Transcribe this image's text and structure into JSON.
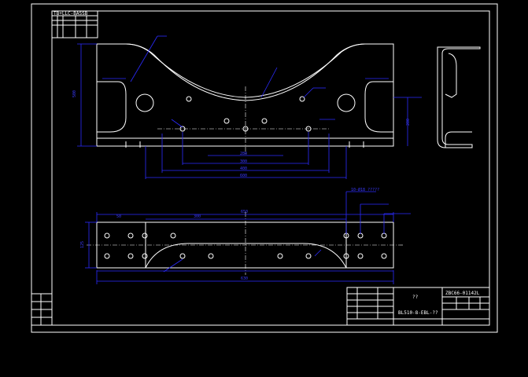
{
  "title_block": {
    "drawing_number": "ZBC66-01142L",
    "name": "??",
    "part_code": "BL510-8-EBL-??"
  },
  "revision_table_header": "TB+LLC-BASSB",
  "dims_top": [
    "500",
    "300",
    "280",
    "200",
    "400",
    "600"
  ],
  "dims_bottom": [
    "650",
    "125",
    "50",
    "300",
    "630"
  ],
  "callout_note": "10-Ø18 ?????",
  "colors": {
    "background": "#000000",
    "lines": "#ffffff",
    "dimensions": "#2b2bff"
  }
}
